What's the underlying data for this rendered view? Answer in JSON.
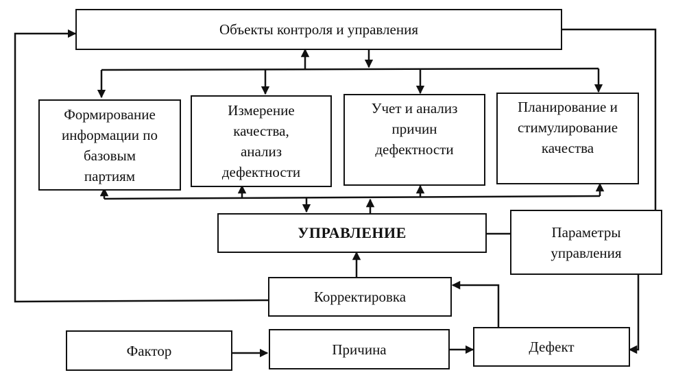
{
  "diagram": {
    "top": {
      "label": "Объекты контроля и управления"
    },
    "functions": [
      {
        "lines": [
          "Формирование",
          "информации по",
          "базовым",
          "партиям"
        ]
      },
      {
        "lines": [
          "Измерение",
          "качества,",
          "анализ",
          "дефектности"
        ]
      },
      {
        "lines": [
          "Учет и анализ",
          "причин",
          "дефектности"
        ]
      },
      {
        "lines": [
          "Планирование и",
          "стимулирование",
          "качества"
        ]
      }
    ],
    "control": {
      "label": "УПРАВЛЕНИЕ"
    },
    "parameters": {
      "lines": [
        "Параметры",
        "управления"
      ]
    },
    "correction": {
      "label": "Корректировка"
    },
    "factor": {
      "label": "Фактор"
    },
    "cause": {
      "label": "Причина"
    },
    "defect": {
      "label": "Дефект"
    },
    "edges": [
      {
        "from": "Объекты контроля и управления",
        "to": "functions bus"
      },
      {
        "from": "functions bus",
        "to": "Объекты контроля и управления"
      },
      {
        "from": "functions bus",
        "to": "Формирование информации по базовым партиям"
      },
      {
        "from": "functions bus",
        "to": "Измерение качества, анализ дефектности"
      },
      {
        "from": "functions bus",
        "to": "Учет и анализ причин дефектности"
      },
      {
        "from": "functions bus",
        "to": "Планирование и стимулирование качества"
      },
      {
        "from": "lower bus",
        "to": "Формирование информации по базовым партиям"
      },
      {
        "from": "lower bus",
        "to": "Измерение качества, анализ дефектности"
      },
      {
        "from": "lower bus",
        "to": "Учет и анализ причин дефектности"
      },
      {
        "from": "lower bus",
        "to": "Планирование и стимулирование качества"
      },
      {
        "from": "lower bus",
        "to": "УПРАВЛЕНИЕ"
      },
      {
        "from": "УПРАВЛЕНИЕ",
        "to": "lower bus"
      },
      {
        "from": "Корректировка",
        "to": "УПРАВЛЕНИЕ"
      },
      {
        "from": "Корректировка",
        "to": "Объекты контроля и управления"
      },
      {
        "from": "Фактор",
        "to": "Причина"
      },
      {
        "from": "Причина",
        "to": "Дефект"
      },
      {
        "from": "Дефект",
        "to": "Корректировка"
      },
      {
        "from": "Объекты контроля и управления",
        "to": "Параметры управления"
      },
      {
        "from": "УПРАВЛЕНИЕ",
        "to": "Параметры управления"
      },
      {
        "from": "Параметры управления",
        "to": "Дефект"
      }
    ]
  }
}
